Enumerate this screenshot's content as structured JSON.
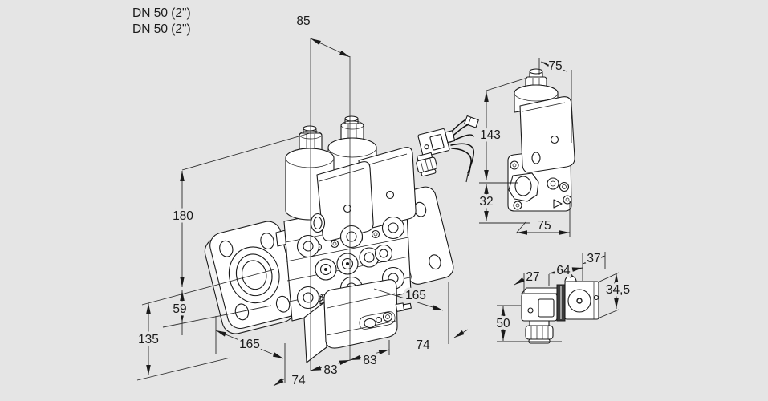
{
  "page": {
    "background_color": "#e5e5e5",
    "ink_color": "#1a1a1a"
  },
  "main_view": {
    "connection_labels": {
      "line1": "DN 50 (2\")",
      "line2": "DN 50 (2\")"
    },
    "dims": {
      "actuator_pitch_top": "85",
      "overall_height": "180",
      "axis_to_flange_edge": "59",
      "axis_to_bottom": "135",
      "flange_length_left": "165",
      "depth_bottom_left": "74",
      "body_width_left": "83",
      "body_width_right": "83",
      "flange_length_right": "165",
      "depth_bottom_right": "74"
    }
  },
  "side_view": {
    "dims": {
      "width_top": "75",
      "height_upper": "143",
      "height_lower": "32",
      "width_bottom": "75"
    }
  },
  "actuator_view": {
    "dims": {
      "connector_width": "27",
      "coil_length": "64",
      "interface_width": "37",
      "interface_height": "34,5",
      "height_lower": "50"
    }
  }
}
